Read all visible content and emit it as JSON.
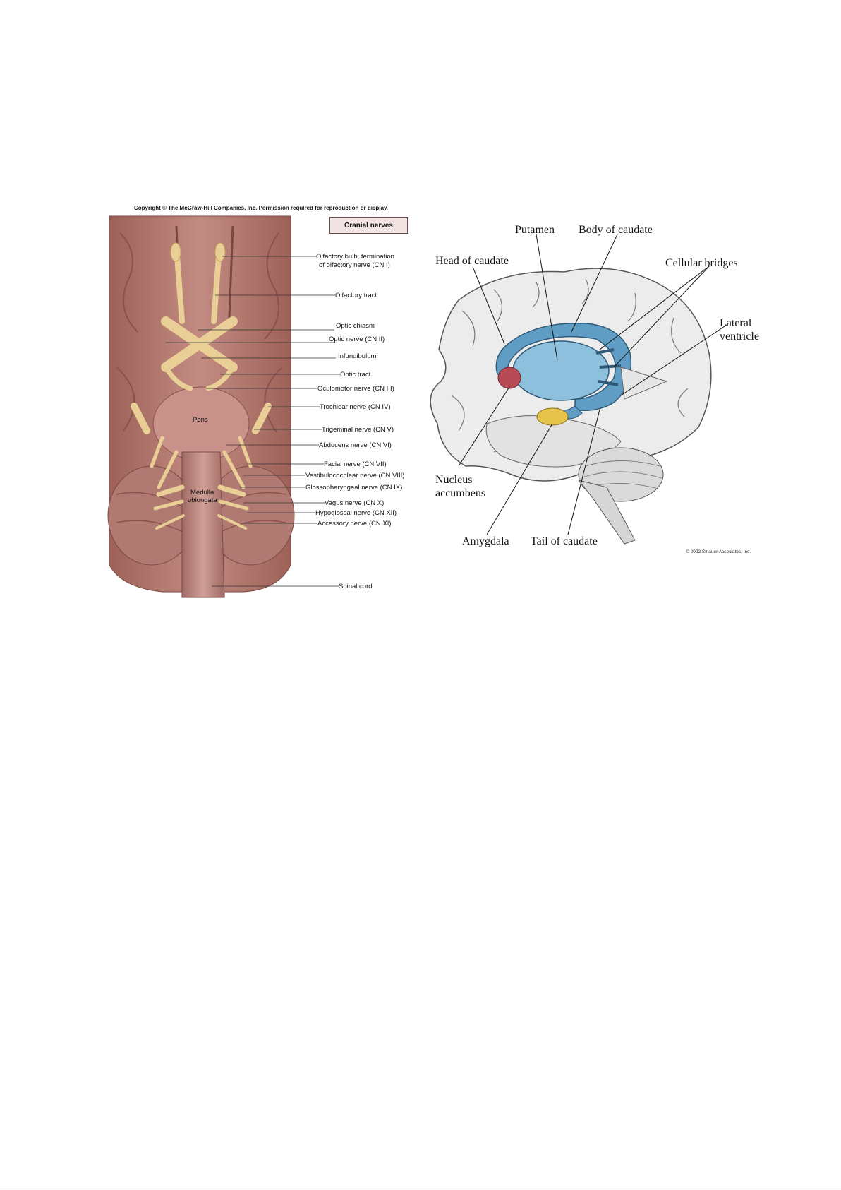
{
  "cranial": {
    "copyright": "Copyright © The McGraw-Hill Companies, Inc. Permission required for reproduction or display.",
    "box_label": "Cranial nerves",
    "pons": "Pons",
    "medulla_line1": "Medulla",
    "medulla_line2": "oblongata",
    "labels": [
      {
        "line1": "Olfactory bulb, termination",
        "line2": "of olfactory nerve (CN I)"
      },
      {
        "line1": "Olfactory tract"
      },
      {
        "line1": "Optic chiasm"
      },
      {
        "line1": "Optic nerve (CN II)"
      },
      {
        "line1": "Infundibulum"
      },
      {
        "line1": "Optic tract"
      },
      {
        "line1": "Oculomotor nerve (CN III)"
      },
      {
        "line1": "Trochlear nerve (CN IV)"
      },
      {
        "line1": "Trigeminal nerve (CN V)"
      },
      {
        "line1": "Abducens nerve (CN VI)"
      },
      {
        "line1": "Facial nerve (CN VII)"
      },
      {
        "line1": "Vestibulocochlear nerve (CN VIII)"
      },
      {
        "line1": "Glossopharyngeal nerve (CN IX)"
      },
      {
        "line1": "Vagus nerve (CN X)"
      },
      {
        "line1": "Hypoglossal nerve (CN XII)"
      },
      {
        "line1": "Accessory nerve (CN XI)"
      },
      {
        "line1": "Spinal cord"
      }
    ]
  },
  "basal": {
    "labels": {
      "putamen": "Putamen",
      "body_caudate": "Body of caudate",
      "head_caudate": "Head of caudate",
      "cellular_bridges": "Cellular bridges",
      "lateral": "Lateral",
      "ventricle": "ventricle",
      "nucleus": "Nucleus",
      "accumbens": "accumbens",
      "amygdala": "Amygdala",
      "tail_caudate": "Tail of caudate"
    },
    "copyright": "© 2002 Sinauer Associates, Inc."
  },
  "colors": {
    "brain_tissue": "#b97d74",
    "nerve": "#e9cf95",
    "caudate": "#5f9dc4",
    "amygdala": "#e6c34a",
    "accumbens": "#b84a55"
  }
}
